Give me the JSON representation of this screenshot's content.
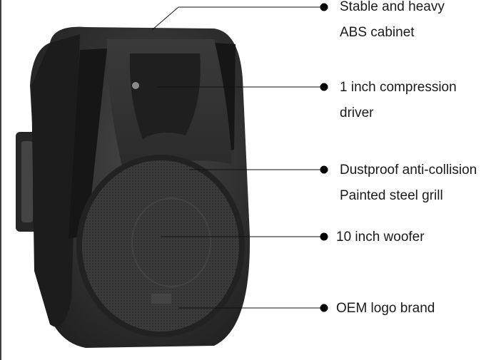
{
  "callouts": [
    {
      "line1": "Stable and heavy",
      "line2": "ABS cabinet"
    },
    {
      "line1": "1 inch compression",
      "line2": "driver"
    },
    {
      "line1": "Dustproof anti-collision",
      "line2": "Painted steel grill"
    },
    {
      "line1": "10 inch woofer",
      "line2": ""
    },
    {
      "line1": "OEM logo brand",
      "line2": ""
    }
  ],
  "colors": {
    "background": "#ffffff",
    "cabinet": "#2b2b2b",
    "grill": "#3a3a3a",
    "text": "#1a1a1a",
    "leader_line": "#111111"
  }
}
